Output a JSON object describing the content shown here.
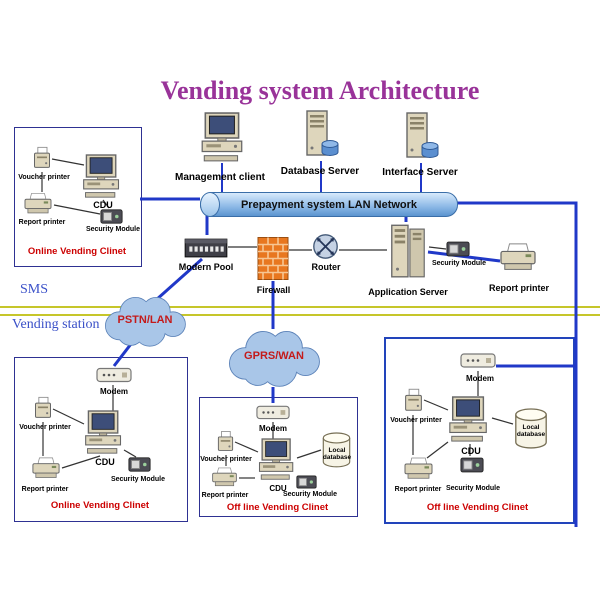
{
  "title": "Vending system Architecture",
  "zones": {
    "sms": "SMS",
    "vending_station": "Vending station"
  },
  "lan": {
    "label": "Prepayment system LAN Network"
  },
  "top_row": {
    "management_client": "Management client",
    "database_server": "Database Server",
    "interface_server": "Interface Server"
  },
  "backbone": {
    "modem_pool": "Modern Pool",
    "firewall": "Firewall",
    "router": "Router",
    "application_server": "Application Server",
    "security_module": "Security Module",
    "report_printer": "Report printer"
  },
  "clouds": {
    "pstn_lan": "PSTN/LAN",
    "gprs_wan": "GPRS/WAN"
  },
  "stations": {
    "online_top": {
      "title": "Online Vending Clinet",
      "voucher_printer": "Voucher printer",
      "cdu": "CDU",
      "report_printer": "Report printer",
      "security_module": "Security Module"
    },
    "online_bottom": {
      "title": "Online Vending Clinet",
      "modem": "Modem",
      "voucher_printer": "Voucher printer",
      "cdu": "CDU",
      "report_printer": "Report printer",
      "security_module": "Security Module"
    },
    "offline_middle": {
      "title": "Off line Vending Clinet",
      "modem": "Modem",
      "voucher_printer": "Voucher printer",
      "cdu": "CDU",
      "report_printer": "Report printer",
      "security_module": "Security Module",
      "local_database": "Local database"
    },
    "offline_right": {
      "title": "Off line Vending Clinet",
      "modem": "Modem",
      "voucher_printer": "Voucher printer",
      "cdu": "CDU",
      "report_printer": "Report printer",
      "security_module": "Security Module",
      "local_database": "Local database"
    }
  },
  "colors": {
    "backbone_blue": "#2038c8",
    "box_border": "#2e3192",
    "title_purple": "#993399",
    "station_title_red": "#cc0000",
    "divider_yellow": "#c6c62a",
    "firewall_orange": "#e8771f"
  }
}
